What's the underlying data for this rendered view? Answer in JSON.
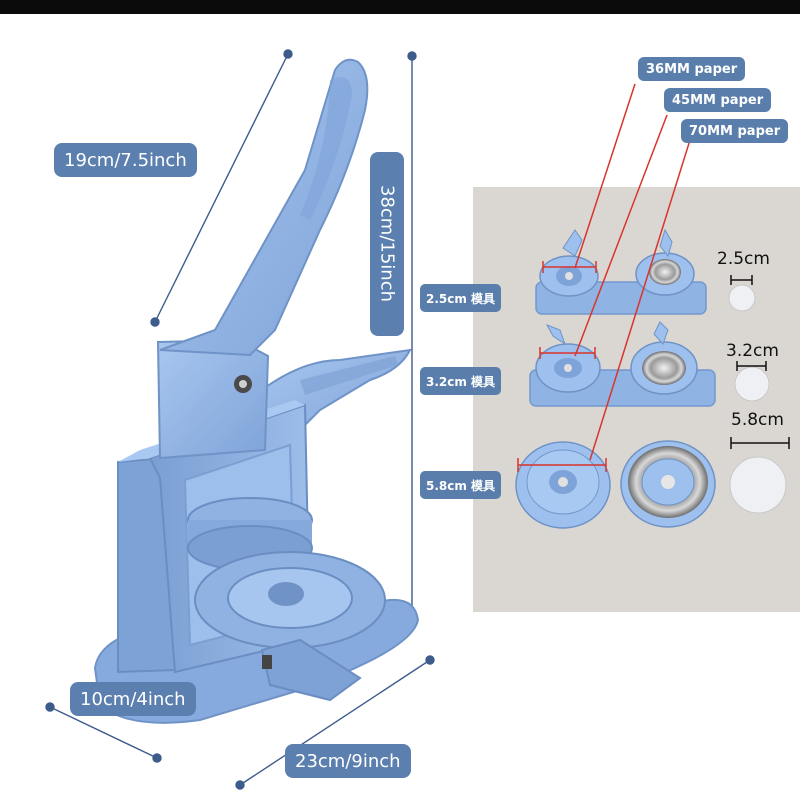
{
  "dimensions": {
    "handle_length": "19cm/7.5inch",
    "height": "38cm/15inch",
    "width": "10cm/4inch",
    "depth": "23cm/9inch"
  },
  "papers": [
    "36MM paper",
    "45MM paper",
    "70MM paper"
  ],
  "molds": [
    "2.5cm 模具",
    "3.2cm 模具",
    "5.8cm 模具"
  ],
  "sizes": [
    "2.5cm",
    "3.2cm",
    "5.8cm"
  ],
  "colors": {
    "label_bg": "#5b7fae",
    "machine_blue": "#8fb3e4",
    "dimension_line": "#3d5c8c",
    "pointer_red": "#d9342b"
  }
}
